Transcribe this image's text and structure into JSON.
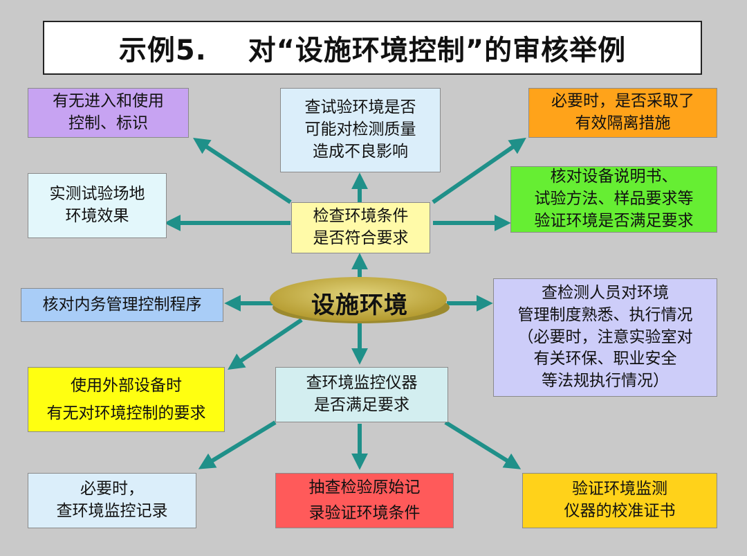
{
  "title": "示例5.    对“设施环境控制”的审核举例",
  "center": "设施环境",
  "hub_upper": "检查环境条件\n是否符合要求",
  "hub_lower": "查环境监控仪器\n是否满足要求",
  "boxes": {
    "top_left": "有无进入和使用\n控制、标识",
    "top_center": "查试验环境是否\n可能对检测质量\n造成不良影响",
    "top_right": "必要时，是否采取了\n有效隔离措施",
    "mid_left_upper": "实测试验场地\n环境效果",
    "mid_right_upper": "核对设备说明书、\n试验方法、样品要求等\n验证环境是否满足要求",
    "mid_left": "核对内务管理控制程序",
    "mid_right": "查检测人员对环境\n管理制度熟悉、执行情况\n（必要时，注意实验室对\n有关环保、职业安全\n等法规执行情况）",
    "lower_left": "使用外部设备时\n有无对环境控制的要求",
    "bottom_left": "必要时，\n查环境监控记录",
    "bottom_center": "抽查检验原始记\n录验证环境条件",
    "bottom_right": "验证环境监测\n仪器的校准证书"
  },
  "colors": {
    "background": "#c9c9c9",
    "arrow": "#1f9089",
    "lavender": "#c7a3f2",
    "light_blue": "#dbeefa",
    "orange": "#ffa31a",
    "light_cyan": "#e3f7fb",
    "yellow_hub": "#fffaa8",
    "green": "#66ee33",
    "blue": "#a9cdf7",
    "periwinkle": "#cdcdf9",
    "yellow": "#ffff11",
    "teal_light": "#d3eef0",
    "red": "#ff5a5a",
    "gold": "#ffd21a",
    "ellipse": "#c6b24d"
  }
}
